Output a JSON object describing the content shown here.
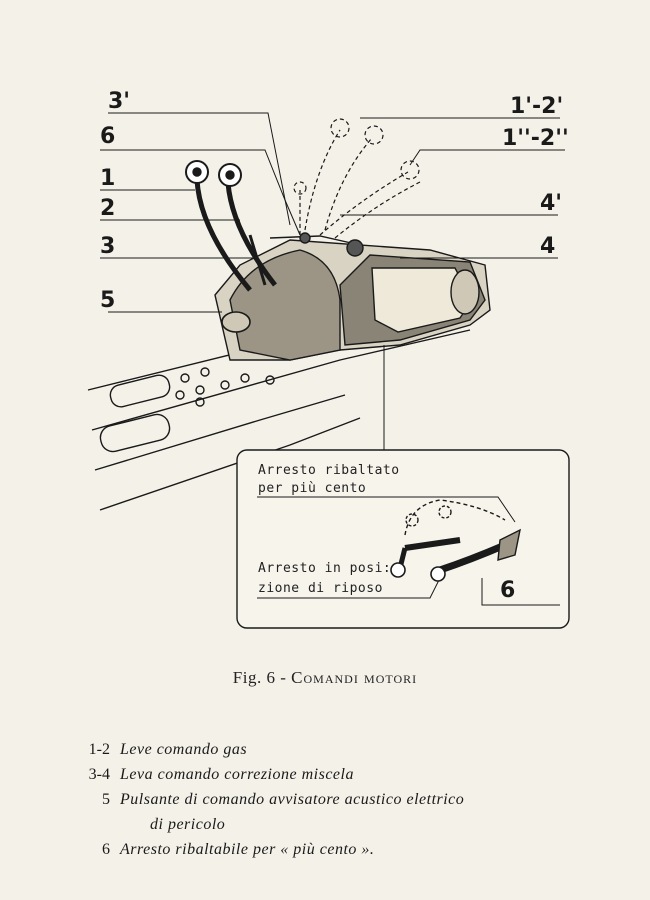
{
  "figure": {
    "callouts_left": [
      "3'",
      "6",
      "1",
      "2",
      "3",
      "5"
    ],
    "callouts_right": [
      "1'-2'",
      "1''-2''",
      "4'",
      "4"
    ],
    "inset": {
      "label_top_line1": "Arresto ribaltato",
      "label_top_line2": "per più cento",
      "label_bottom_line1": "Arresto in posi:",
      "label_bottom_line2": "zione di riposo",
      "callout": "6"
    }
  },
  "caption": {
    "prefix": "Fig. 6 - ",
    "title": "Comandi motori"
  },
  "legend": [
    {
      "num": "1-2",
      "text": "Leve comando gas"
    },
    {
      "num": "3-4",
      "text": "Leva comando correzione miscela"
    },
    {
      "num": "5",
      "text": "Pulsante di comando avvisatore acustico elettrico"
    },
    {
      "num": "",
      "text": "di pericolo"
    },
    {
      "num": "6",
      "text": "Arresto ribaltabile per « più cento »."
    }
  ]
}
